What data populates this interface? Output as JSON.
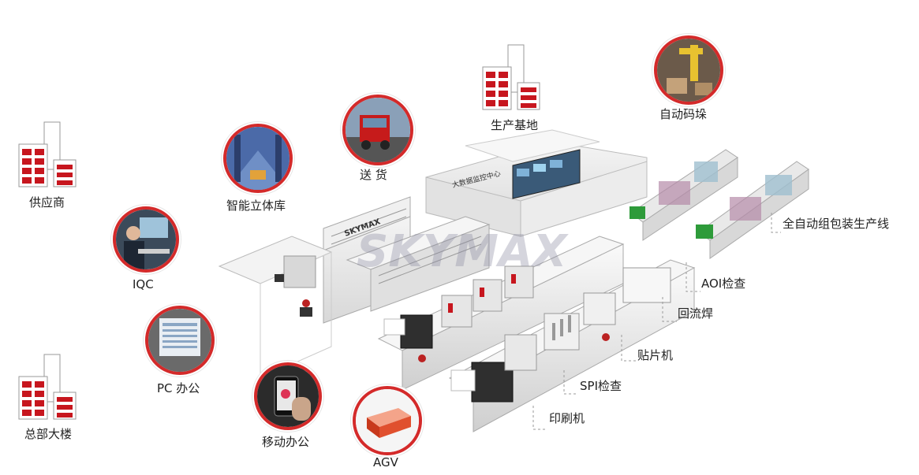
{
  "watermark": "SKYMAX",
  "nodes": {
    "supplier": "供应商",
    "hq": "总部大楼",
    "iqc": "IQC",
    "pc_office": "PC 办公",
    "mobile_office": "移动办公",
    "agv": "AGV",
    "warehouse": "智能立体库",
    "delivery": "送 货",
    "production_base": "生产基地",
    "palletizing": "自动码垛"
  },
  "factory": {
    "monitor_center": "大数据监控中心",
    "brand": "SKYMAX"
  },
  "line_labels": {
    "packaging_line": "全自动组包装生产线",
    "aoi": "AOI检查",
    "reflow": "回流焊",
    "placement": "贴片机",
    "spi": "SPI检查",
    "printer": "印刷机"
  },
  "colors": {
    "accent_red": "#d42a2a",
    "building_red": "#c7161e",
    "line_gray": "#9a9a9a"
  }
}
